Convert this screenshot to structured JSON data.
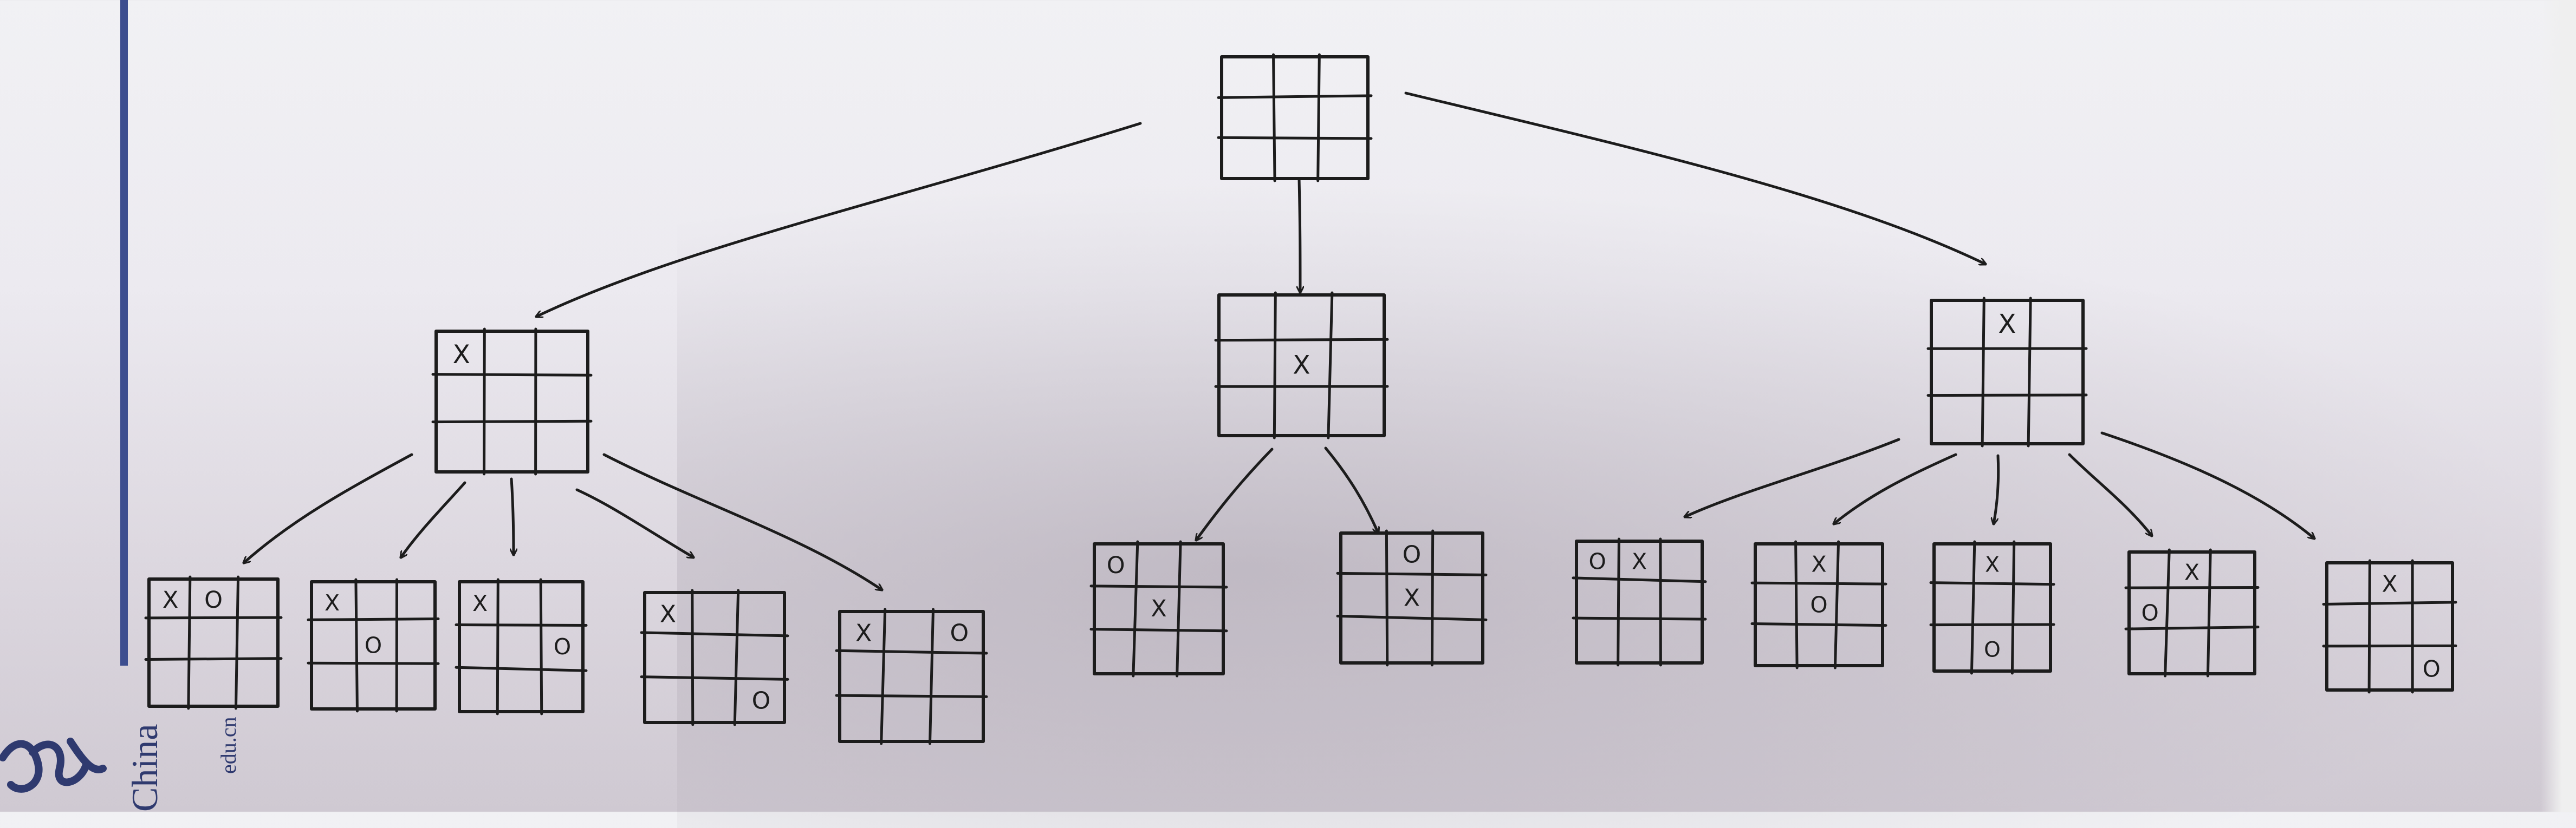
{
  "tree": {
    "nodes": [
      {
        "id": "root",
        "parent": null,
        "cells": [
          "",
          "",
          "",
          "",
          "",
          "",
          "",
          "",
          ""
        ]
      },
      {
        "id": "corner",
        "parent": "root",
        "cells": [
          "X",
          "",
          "",
          "",
          "",
          "",
          "",
          "",
          ""
        ]
      },
      {
        "id": "center",
        "parent": "root",
        "cells": [
          "",
          "",
          "",
          "",
          "X",
          "",
          "",
          "",
          ""
        ]
      },
      {
        "id": "edge",
        "parent": "root",
        "cells": [
          "",
          "X",
          "",
          "",
          "",
          "",
          "",
          "",
          ""
        ]
      },
      {
        "id": "corner-1",
        "parent": "corner",
        "cells": [
          "X",
          "O",
          "",
          "",
          "",
          "",
          "",
          "",
          ""
        ]
      },
      {
        "id": "corner-2",
        "parent": "corner",
        "cells": [
          "X",
          "",
          "",
          "",
          "O",
          "",
          "",
          "",
          ""
        ]
      },
      {
        "id": "corner-3",
        "parent": "corner",
        "cells": [
          "X",
          "",
          "",
          "",
          "",
          "O",
          "",
          "",
          ""
        ]
      },
      {
        "id": "corner-4",
        "parent": "corner",
        "cells": [
          "X",
          "",
          "",
          "",
          "",
          "",
          "",
          "",
          "O"
        ]
      },
      {
        "id": "corner-5",
        "parent": "corner",
        "cells": [
          "X",
          "",
          "O",
          "",
          "",
          "",
          "",
          "",
          ""
        ]
      },
      {
        "id": "center-1",
        "parent": "center",
        "cells": [
          "O",
          "",
          "",
          "",
          "X",
          "",
          "",
          "",
          ""
        ]
      },
      {
        "id": "center-2",
        "parent": "center",
        "cells": [
          "",
          "O",
          "",
          "",
          "X",
          "",
          "",
          "",
          ""
        ]
      },
      {
        "id": "edge-1",
        "parent": "edge",
        "cells": [
          "O",
          "X",
          "",
          "",
          "",
          "",
          "",
          "",
          ""
        ]
      },
      {
        "id": "edge-2",
        "parent": "edge",
        "cells": [
          "",
          "X",
          "",
          "",
          "O",
          "",
          "",
          "",
          ""
        ]
      },
      {
        "id": "edge-3",
        "parent": "edge",
        "cells": [
          "",
          "X",
          "",
          "",
          "",
          "",
          "",
          "O",
          ""
        ]
      },
      {
        "id": "edge-4",
        "parent": "edge",
        "cells": [
          "",
          "X",
          "",
          "O",
          "",
          "",
          "",
          "",
          ""
        ]
      },
      {
        "id": "edge-5",
        "parent": "edge",
        "cells": [
          "",
          "X",
          "",
          "",
          "",
          "",
          "",
          "",
          "O"
        ]
      }
    ]
  },
  "margin_text": {
    "china": "China",
    "edu": "edu.cn"
  },
  "colors": {
    "ink": "#1c1c1c",
    "margin_rule": "#3d4e8f",
    "print": "#2f3a6f"
  }
}
